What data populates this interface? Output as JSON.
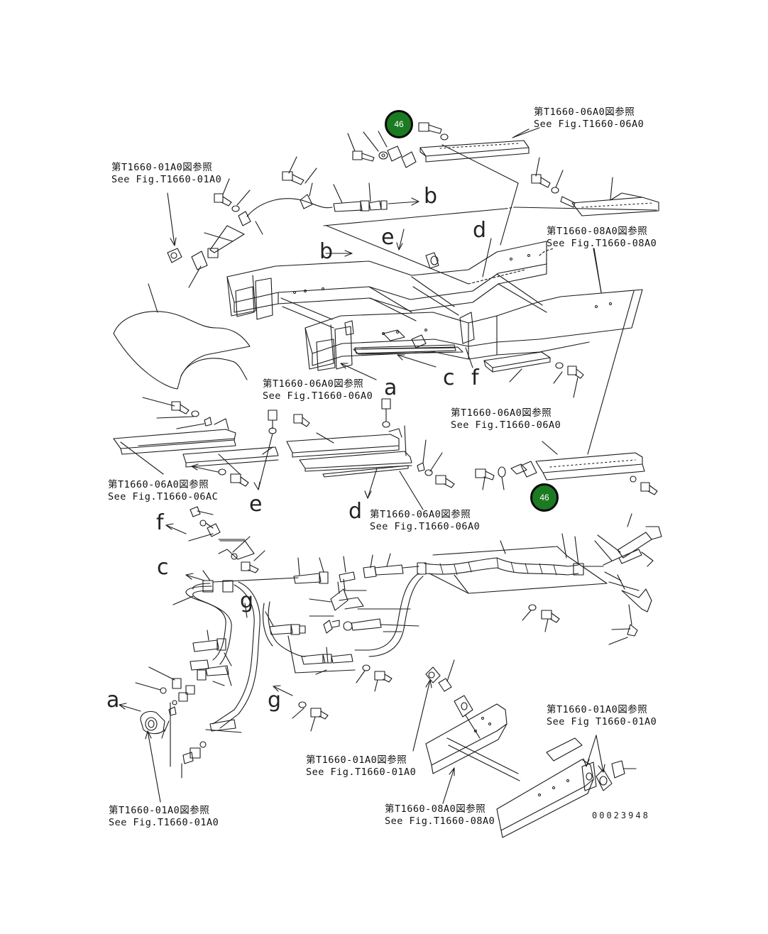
{
  "diagram": {
    "references": [
      {
        "jp": "第T1660-06A0図参照",
        "en": "See Fig.T1660-06A0"
      },
      {
        "jp": "第T1660-01A0図参照",
        "en": "See Fig.T1660-01A0"
      },
      {
        "jp": "第T1660-08A0図参照",
        "en": "See Fig.T1660-08A0"
      },
      {
        "jp": "第T1660-06A0図参照",
        "en": "See Fig.T1660-06A0"
      },
      {
        "jp": "第T1660-06A0図参照",
        "en": "See Fig.T1660-06A0"
      },
      {
        "jp": "第T1660-06A0図参照",
        "en": "See Fig.T1660-06AC"
      },
      {
        "jp": "第T1660-06A0図参照",
        "en": "See Fig.T1660-06A0"
      },
      {
        "jp": "第T1660-01A0図参照",
        "en": "See Fig T1660-01A0"
      },
      {
        "jp": "第T1660-01A0図参照",
        "en": "See Fig.T1660-01A0"
      },
      {
        "jp": "第T1660-01A0図参照",
        "en": "See Fig.T1660-01A0"
      },
      {
        "jp": "第T1660-08A0図参照",
        "en": "See Fig.T1660-08A0"
      }
    ],
    "letters": [
      "b",
      "b",
      "e",
      "d",
      "a",
      "c",
      "f",
      "e",
      "d",
      "f",
      "c",
      "g",
      "a",
      "g"
    ],
    "badges": [
      "46",
      "46"
    ],
    "doc_id": "00023948"
  }
}
